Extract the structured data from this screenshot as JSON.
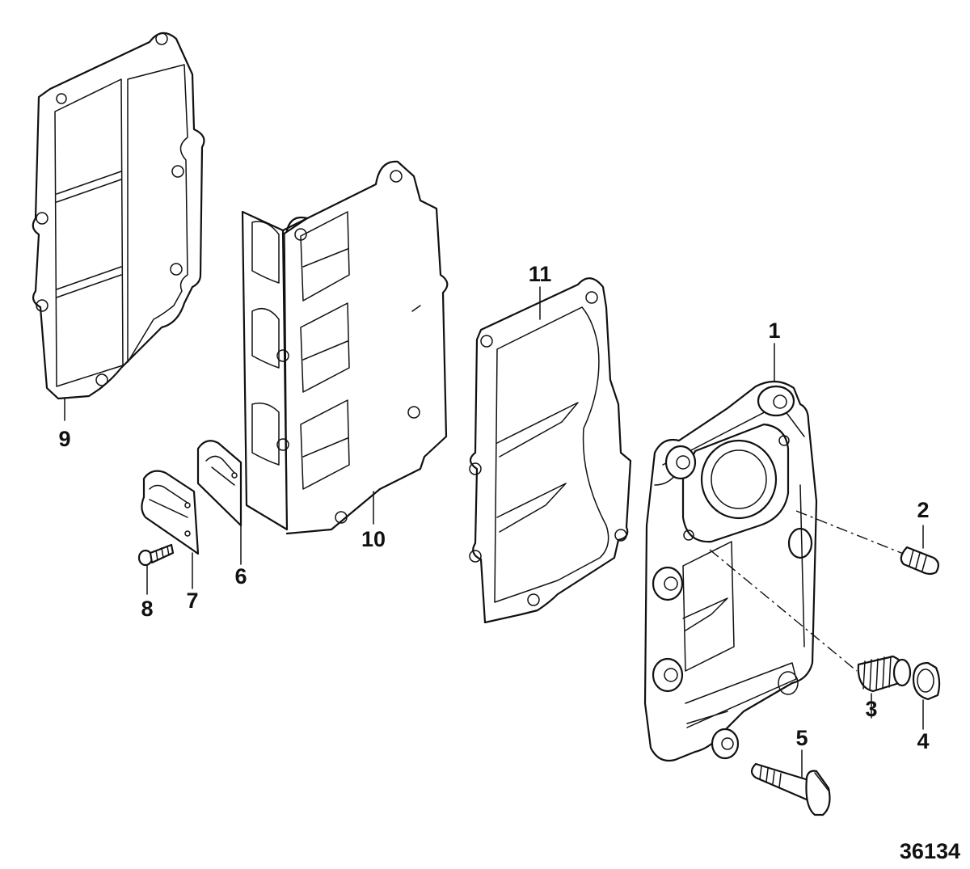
{
  "figure_number": "36134",
  "callouts": {
    "c1": "1",
    "c2": "2",
    "c3": "3",
    "c4": "4",
    "c5": "5",
    "c6": "6",
    "c7": "7",
    "c8": "8",
    "c9": "9",
    "c10": "10",
    "c11": "11"
  }
}
